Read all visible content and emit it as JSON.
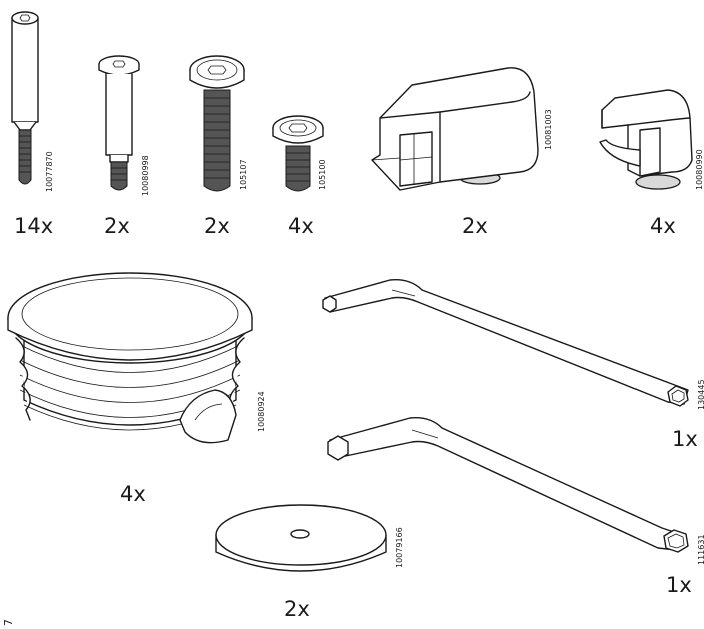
{
  "parts": [
    {
      "id": "long-bolt",
      "code": "10077870",
      "quantity": "14x"
    },
    {
      "id": "sleeve-bolt",
      "code": "10080998",
      "quantity": "2x"
    },
    {
      "id": "hex-bolt-long",
      "code": "105107",
      "quantity": "2x"
    },
    {
      "id": "hex-bolt-short",
      "code": "105100",
      "quantity": "4x"
    },
    {
      "id": "profile-connector",
      "code": "10081003",
      "quantity": "2x"
    },
    {
      "id": "end-clip",
      "code": "10080990",
      "quantity": "4x"
    },
    {
      "id": "tube-end-cap",
      "code": "10080924",
      "quantity": "4x"
    },
    {
      "id": "allen-key-large",
      "code": "130445",
      "quantity": "1x"
    },
    {
      "id": "allen-key-small",
      "code": "111631",
      "quantity": "1x"
    },
    {
      "id": "washer-disc",
      "code": "10079166",
      "quantity": "2x"
    }
  ],
  "page_number": "7",
  "colors": {
    "ink": "#1a1a1a",
    "fill": "#ffffff",
    "shade": "#d9d9d9"
  }
}
